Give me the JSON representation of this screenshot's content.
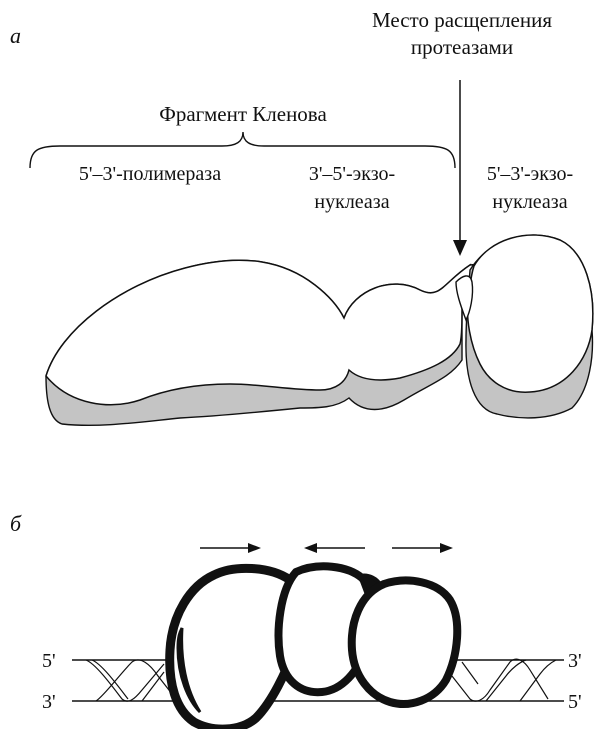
{
  "panel_a": {
    "label": "а",
    "cleavage_label_line1": "Место расщепления",
    "cleavage_label_line2": "протеазами",
    "klenow_label": "Фрагмент Кленова",
    "domain_pol": "5'–3'-полимераза",
    "domain_exo35_line1": "3'–5'-экзо-",
    "domain_exo35_line2": "нуклеаза",
    "domain_exo53_line1": "5'–3'-экзо-",
    "domain_exo53_line2": "нуклеаза"
  },
  "panel_b": {
    "label": "б",
    "left_top_end": "5'",
    "left_bottom_end": "3'",
    "right_top_end": "3'",
    "right_bottom_end": "5'"
  },
  "colors": {
    "outline": "#111111",
    "shadow": "#c4c4c4",
    "background": "#ffffff"
  }
}
